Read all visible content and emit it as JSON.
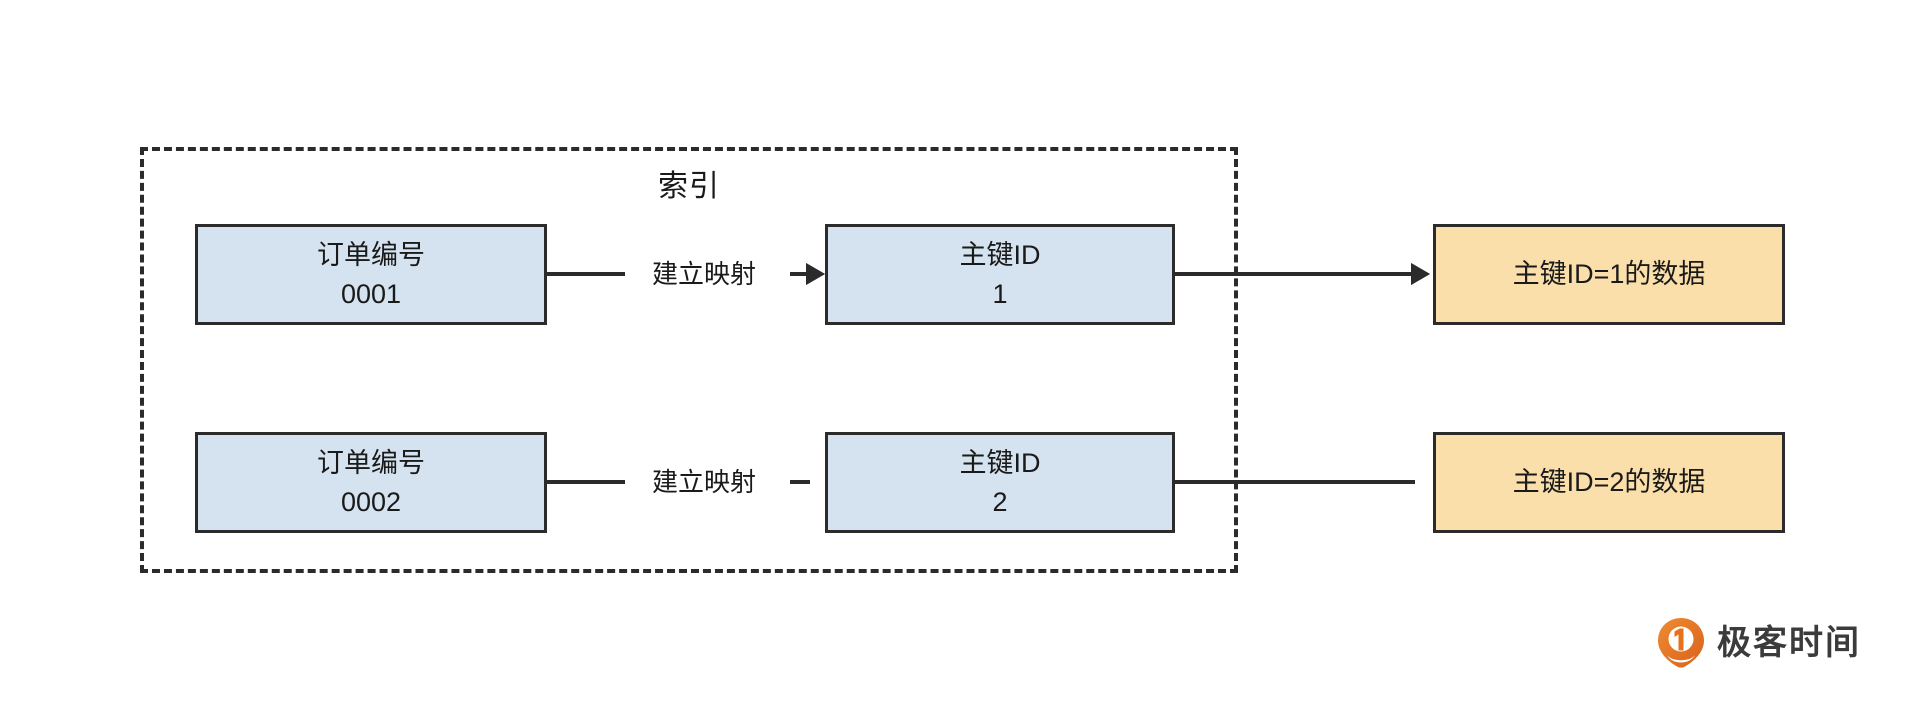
{
  "diagram": {
    "index_group": {
      "title": "索引"
    },
    "rows": [
      {
        "key_box": {
          "line1": "订单编号",
          "line2": "0001"
        },
        "mapping_label": "建立映射",
        "pk_box": {
          "line1": "主键ID",
          "line2": "1"
        },
        "data_box": {
          "label": "主键ID=1的数据"
        }
      },
      {
        "key_box": {
          "line1": "订单编号",
          "line2": "0002"
        },
        "mapping_label": "建立映射",
        "pk_box": {
          "line1": "主键ID",
          "line2": "2"
        },
        "data_box": {
          "label": "主键ID=2的数据"
        }
      }
    ]
  },
  "brand": {
    "name": "极客时间",
    "mark_icon": "geektime-pin-icon"
  },
  "colors": {
    "box_blue_fill": "#d4e3ef",
    "box_amber_fill": "#fbdfab",
    "stroke": "#2b2b2b",
    "text": "#1a1a1a",
    "brand_orange": "#e8701a",
    "brand_text": "#3b3b3b",
    "background": "#ffffff"
  }
}
